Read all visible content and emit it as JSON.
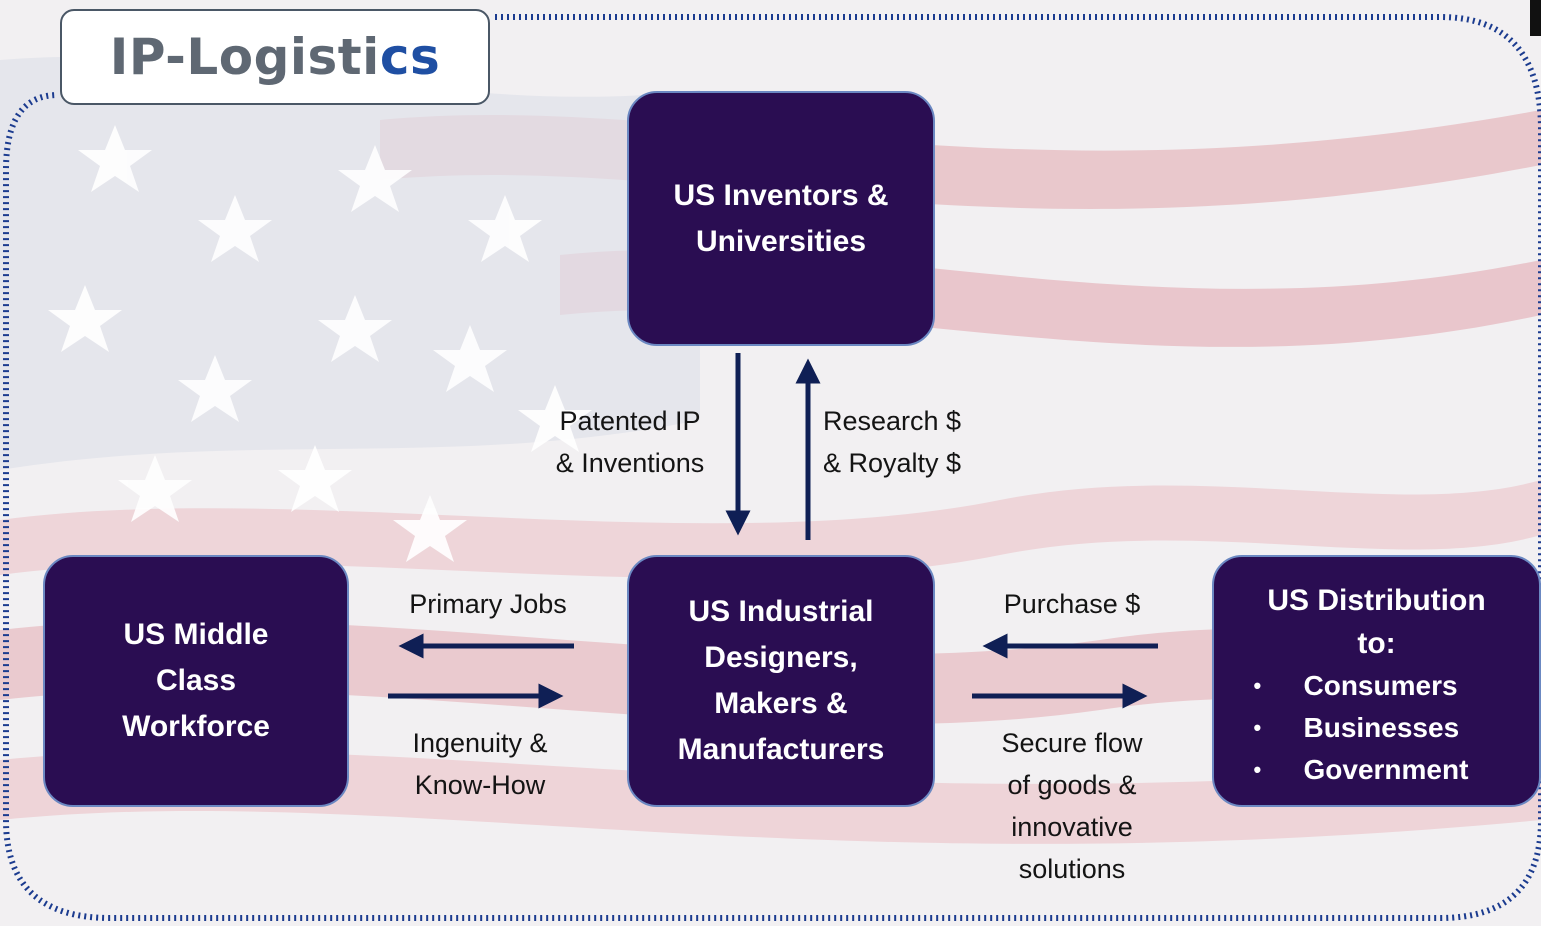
{
  "logo": {
    "text_main": "IP-Logisti",
    "text_accent": "cs"
  },
  "nodes": {
    "inventors": "US Inventors &\nUniversities",
    "workforce": "US Middle\nClass\nWorkforce",
    "industrial": "US Industrial\nDesigners,\nMakers &\nManufacturers",
    "distribution": {
      "title": "US Distribution\nto:",
      "items": [
        "Consumers",
        "Businesses",
        "Government"
      ],
      "bullet": "•"
    }
  },
  "flows": {
    "ip_down": "Patented IP\n& Inventions",
    "research_up": "Research $\n& Royalty $",
    "jobs": "Primary Jobs",
    "ingenuity": "Ingenuity &\nKnow-How",
    "purchase": "Purchase $",
    "goods": "Secure flow\nof goods &\ninnovative\nsolutions"
  },
  "colors": {
    "node_fill": "#2a0d52",
    "node_border": "#6b88c2",
    "arrow": "#0f1f55",
    "frame_dots": "#1b3b8f",
    "logo_text": "#5f6873",
    "logo_accent": "#1f4fa3"
  }
}
